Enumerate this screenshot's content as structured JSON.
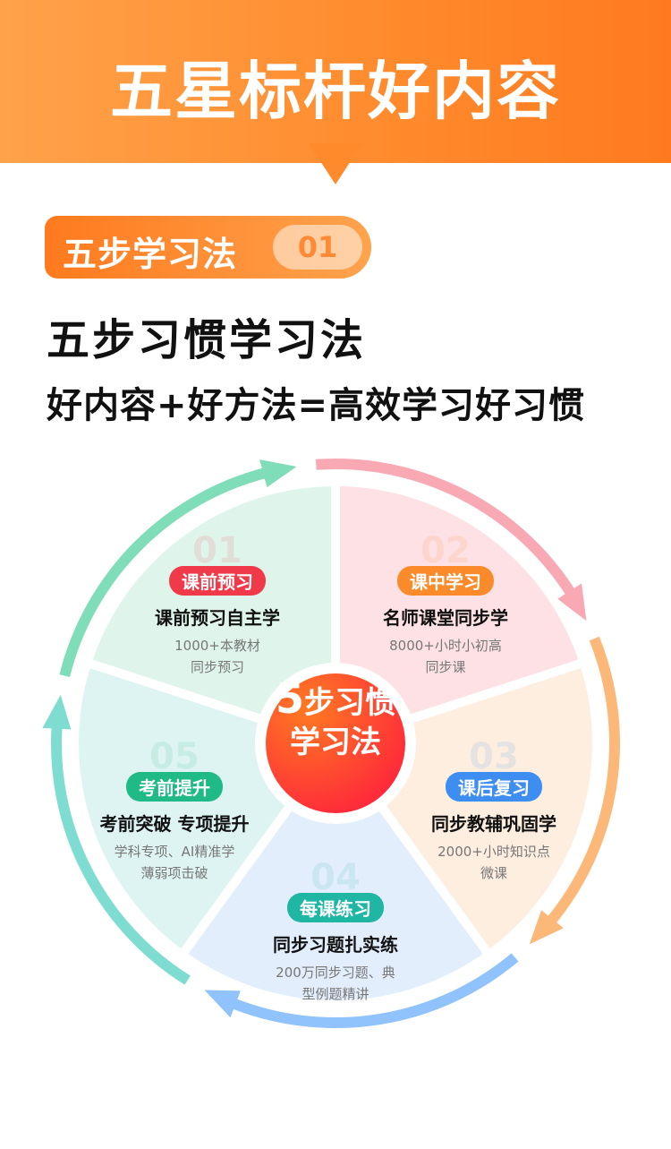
{
  "header": {
    "title": "五星标杆好内容"
  },
  "tag": {
    "label": "五步学习法",
    "number": "01"
  },
  "headline": "五步习惯学习法",
  "subheadline": "好内容+好方法=高效学习好习惯",
  "center": {
    "digit": "5",
    "line1": "步习惯",
    "line2": "学习法"
  },
  "steps": [
    {
      "num": "01",
      "label": "课前预习",
      "title": "课前预习自主学",
      "desc1": "1000+本教材",
      "desc2": "同步预习",
      "color": "#f03a4a",
      "fill": "#fde1e4",
      "arc": "#f8a9b3"
    },
    {
      "num": "02",
      "label": "课中学习",
      "title": "名师课堂同步学",
      "desc1": "8000+小时小初高",
      "desc2": "同步课",
      "color": "#fb8a2a",
      "fill": "#fdeee0",
      "arc": "#fbb879"
    },
    {
      "num": "03",
      "label": "课后复习",
      "title": "同步教辅巩固学",
      "desc1": "2000+小时知识点",
      "desc2": "微课",
      "color": "#3d8ef0",
      "fill": "#e3eefd",
      "arc": "#90c2fb"
    },
    {
      "num": "04",
      "label": "每课练习",
      "title": "同步习题扎实练",
      "desc1": "200万同步习题、典",
      "desc2": "型例题精讲",
      "color": "#1fb6a4",
      "fill": "#def4f2",
      "arc": "#7fdcd1"
    },
    {
      "num": "05",
      "label": "考前提升",
      "title": "考前突破  专项提升",
      "desc1": "学科专项、AI精准学",
      "desc2": "薄弱项击破",
      "color": "#1fba86",
      "fill": "#dff5ec",
      "arc": "#80ddb9"
    }
  ]
}
